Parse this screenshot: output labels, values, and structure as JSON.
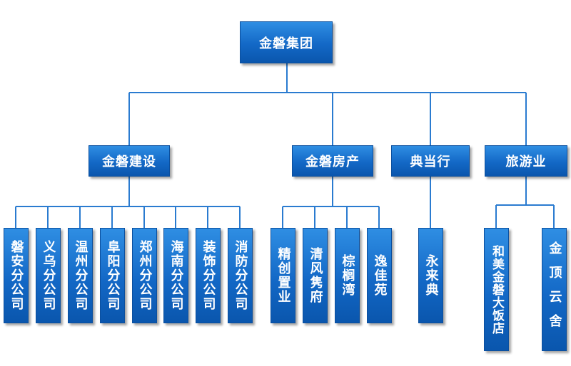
{
  "root": {
    "label": "金磐集团"
  },
  "level1": [
    {
      "label": "金磐建设"
    },
    {
      "label": "金磐房产"
    },
    {
      "label": "典当行"
    },
    {
      "label": "旅游业"
    }
  ],
  "construction_children": [
    "磐安分公司",
    "义乌分公司",
    "温州分公司",
    "阜阳分公司",
    "郑州分公司",
    "海南分公司",
    "装饰分公司",
    "消防分公司"
  ],
  "realestate_children": [
    "精创置业",
    "清风隽府",
    "棕榈湾",
    "逸佳苑"
  ],
  "pawn_children": [
    "永来典"
  ],
  "tourism_children": [
    "和美金磐大饭店",
    "金顶云舍"
  ],
  "colors": {
    "box_top": "#2f8ee3",
    "box_bottom": "#0a56ad",
    "connector": "#2a7bd0"
  }
}
